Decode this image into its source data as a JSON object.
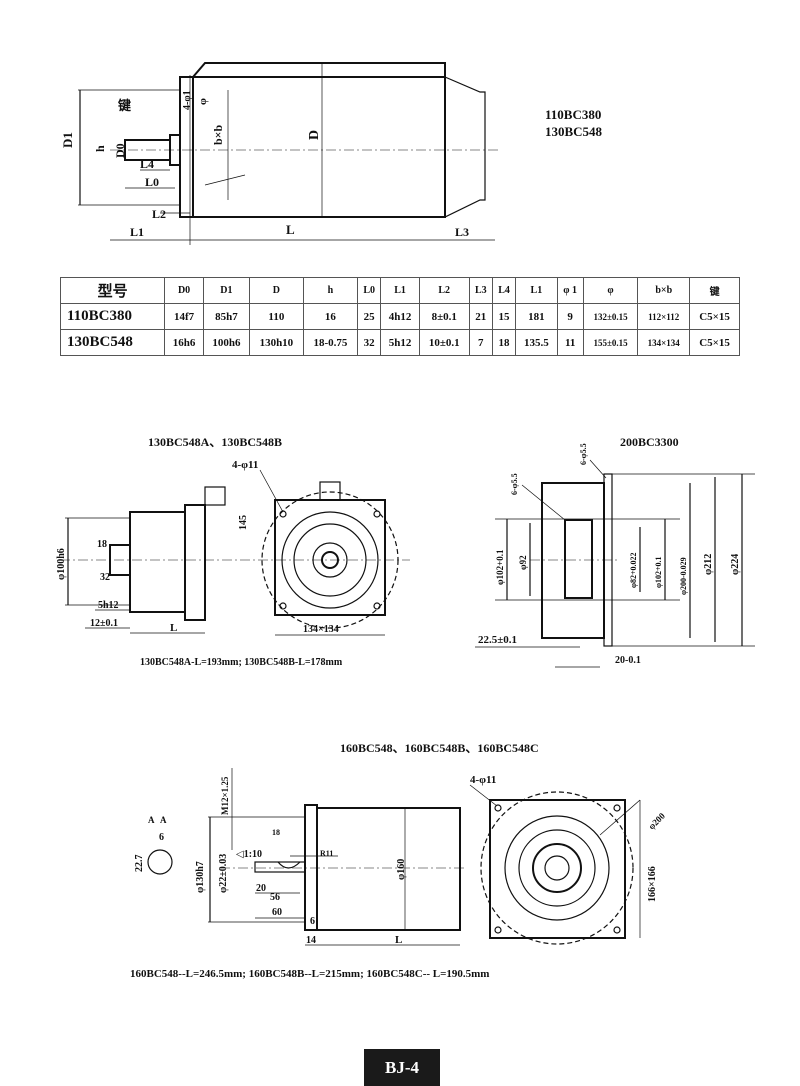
{
  "top_drawing": {
    "models": [
      "110BC380",
      "130BC548"
    ],
    "labels": {
      "D1": "D1",
      "key": "键",
      "phi1": "4-φ1",
      "phi": "φ",
      "bxb": "b×b",
      "D": "D",
      "h": "h",
      "D0": "D0",
      "L4": "L4",
      "L0": "L0",
      "L2": "L2",
      "L1": "L1",
      "L": "L",
      "L3": "L3"
    }
  },
  "spec_table": {
    "headers": [
      "型号",
      "D0",
      "D1",
      "D",
      "h",
      "L0",
      "L1",
      "L2",
      "L3",
      "L4",
      "L1",
      "φ 1",
      "φ",
      "b×b",
      "键"
    ],
    "rows": [
      [
        "110BC380",
        "14f7",
        "85h7",
        "110",
        "16",
        "25",
        "4h12",
        "8±0.1",
        "21",
        "15",
        "181",
        "9",
        "132±0.15",
        "112×112",
        "C5×15"
      ],
      [
        "130BC548",
        "16h6",
        "100h6",
        "130h10",
        "18-0.75",
        "32",
        "5h12",
        "10±0.1",
        "7",
        "18",
        "135.5",
        "11",
        "155±0.15",
        "134×134",
        "C5×15"
      ]
    ]
  },
  "drawing_130": {
    "title": "130BC548A、130BC548B",
    "labels": {
      "holes": "4-φ11",
      "h145": "145",
      "d100": "φ100h6",
      "d18": "18",
      "d32": "32",
      "d5h12": "5h12",
      "d12": "12±0.1",
      "L": "L",
      "sq": "134×134"
    },
    "caption": "130BC548A-L=193mm; 130BC548B-L=178mm"
  },
  "drawing_200": {
    "title": "200BC3300",
    "labels": {
      "holes1": "6-φ5.5",
      "holes2": "6-φ5.5",
      "d102a": "φ102+0.1",
      "d92": "φ92",
      "d82": "φ82+0.022",
      "d102b": "φ102+0.1",
      "d200": "φ200-0.029",
      "d212": "φ212",
      "d224": "φ224",
      "w22": "22.5±0.1",
      "w20": "20-0.1"
    }
  },
  "drawing_160": {
    "title": "160BC548、160BC548B、160BC548C",
    "labels": {
      "m12": "M12×1.25",
      "d18": "18",
      "r11": "R11",
      "taper": "◁1:10",
      "d130": "φ130h7",
      "d22": "φ22±0.03",
      "d20": "20",
      "d56": "56",
      "d60": "60",
      "d6": "6",
      "d14": "14",
      "L": "L",
      "d160": "φ160",
      "k227": "22.7",
      "k6": "6",
      "secA": "A",
      "holes": "4-φ11",
      "d200": "φ200",
      "sq": "166×166"
    },
    "caption": "160BC548--L=246.5mm; 160BC548B--L=215mm; 160BC548C-- L=190.5mm"
  },
  "footer": {
    "page": "BJ-4"
  }
}
